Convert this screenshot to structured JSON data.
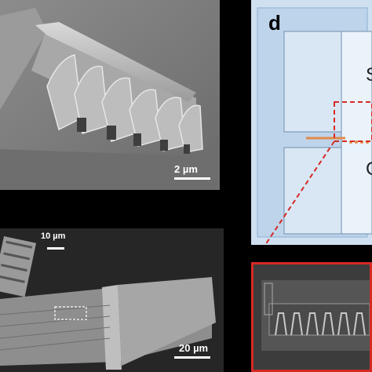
{
  "panels": {
    "top_left": {
      "scale_label": "2 µm"
    },
    "bottom_left": {
      "inset_scale_label": "10 µm",
      "main_scale_label": "20 µm"
    },
    "right_top": {
      "panel_letter": "d",
      "label_upper": "S",
      "label_lower": "G"
    }
  },
  "colors": {
    "highlight_red": "#d62a24",
    "device_blue": "#c9dcef",
    "strip_orange": "#e38a4a"
  }
}
